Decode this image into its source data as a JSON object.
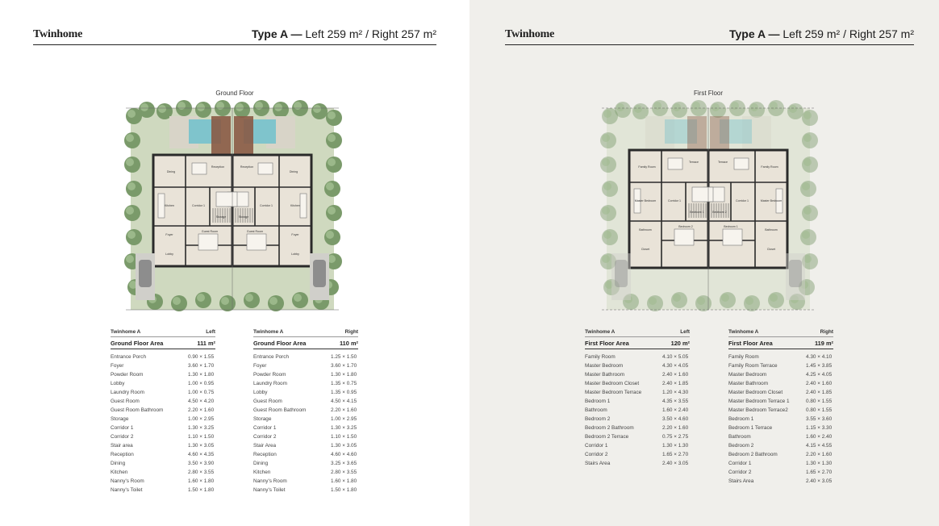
{
  "pages": [
    {
      "brand": "Twinhome",
      "type_bold": "Type A —",
      "type_rest": "Left 259 m² / Right 257 m²",
      "floor_label": "Ground Floor",
      "plan_labels": [
        "Reception",
        "Reception",
        "Dining",
        "Dining",
        "Kitchen",
        "Kitchen",
        "Corridor 1",
        "Corridor 1",
        "Storage",
        "Storage",
        "Guest Room",
        "Guest Room",
        "Foyer",
        "Foyer",
        "Lobby",
        "Lobby"
      ],
      "tables": [
        {
          "title": "Twinhome A",
          "side": "Left",
          "area_label": "Ground Floor Area",
          "area_value": "111 m²",
          "rows": [
            [
              "Entrance Porch",
              "0.90 × 1.55"
            ],
            [
              "Foyer",
              "3.60 × 1.70"
            ],
            [
              "Powder Room",
              "1.30 × 1.80"
            ],
            [
              "Lobby",
              "1.00 × 0.95"
            ],
            [
              "Laundry Room",
              "1.00 × 0.75"
            ],
            [
              "Guest Room",
              "4.50 × 4.20"
            ],
            [
              "Guest Room Bathroom",
              "2.20 × 1.60"
            ],
            [
              "Storage",
              "1.00 × 2.95"
            ],
            [
              "Corridor 1",
              "1.30 × 3.25"
            ],
            [
              "Corridor 2",
              "1.10 × 1.50"
            ],
            [
              "Stair area",
              "1.30 × 3.05"
            ],
            [
              "Reception",
              "4.60 × 4.35"
            ],
            [
              "Dining",
              "3.50 × 3.90"
            ],
            [
              "Kitchen",
              "2.80 × 3.55"
            ],
            [
              "Nanny's Room",
              "1.60 × 1.80"
            ],
            [
              "Nanny's Toilet",
              "1.50 × 1.80"
            ]
          ]
        },
        {
          "title": "Twinhome A",
          "side": "Right",
          "area_label": "Ground Floor Area",
          "area_value": "110 m²",
          "rows": [
            [
              "Entrance Porch",
              "1.25 × 1.50"
            ],
            [
              "Foyer",
              "3.60 × 1.70"
            ],
            [
              "Powder Room",
              "1.30 × 1.80"
            ],
            [
              "Laundry Room",
              "1.35 × 0.75"
            ],
            [
              "Lobby",
              "1.35 × 0.95"
            ],
            [
              "Guest Room",
              "4.50 × 4.15"
            ],
            [
              "Guest Room Bathroom",
              "2.20 × 1.60"
            ],
            [
              "Storage",
              "1.00 × 2.95"
            ],
            [
              "Corridor 1",
              "1.30 × 3.25"
            ],
            [
              "Corridor 2",
              "1.10 × 1.50"
            ],
            [
              "Stair Area",
              "1.30 × 3.05"
            ],
            [
              "Reception",
              "4.60 × 4.60"
            ],
            [
              "Dining",
              "3.25 × 3.65"
            ],
            [
              "Kitchen",
              "2.80 × 3.55"
            ],
            [
              "Nanny's Room",
              "1.60 × 1.80"
            ],
            [
              "Nanny's Toilet",
              "1.50 × 1.80"
            ]
          ]
        }
      ]
    },
    {
      "brand": "Twinhome",
      "type_bold": "Type A —",
      "type_rest": "Left 259 m² / Right 257 m²",
      "floor_label": "First Floor",
      "plan_labels": [
        "Terrace",
        "Terrace",
        "Family Room",
        "Family Room",
        "Master Bedroom",
        "Master Bedroom",
        "Corridor 1",
        "Corridor 1",
        "Bedroom 1",
        "Bedroom 2",
        "Bedroom 2",
        "Bedroom 1",
        "Bathroom",
        "Bathroom",
        "Closet",
        "Closet"
      ],
      "tables": [
        {
          "title": "Twinhome A",
          "side": "Left",
          "area_label": "First Floor Area",
          "area_value": "120 m²",
          "rows": [
            [
              "Family Room",
              "4.10 × 5.05"
            ],
            [
              "Master Bedroom",
              "4.30 × 4.05"
            ],
            [
              "Master Bathroom",
              "2.40 × 1.60"
            ],
            [
              "Master Bedroom Closet",
              "2.40 × 1.85"
            ],
            [
              "Master Bedroom Terrace",
              "1.20 × 4.30"
            ],
            [
              "Bedroom 1",
              "4.35 × 3.55"
            ],
            [
              "Bathroom",
              "1.60 × 2.40"
            ],
            [
              "Bedroom 2",
              "3.50 × 4.60"
            ],
            [
              "Bedroom 2 Bathroom",
              "2.20 × 1.60"
            ],
            [
              "Bedroom 2 Terrace",
              "0.75 × 2.75"
            ],
            [
              "Corridor 1",
              "1.30 × 1.30"
            ],
            [
              "Corridor 2",
              "1.65 × 2.70"
            ],
            [
              "Stairs Area",
              "2.40 × 3.05"
            ]
          ]
        },
        {
          "title": "Twinhome A",
          "side": "Right",
          "area_label": "First Floor Area",
          "area_value": "119 m²",
          "rows": [
            [
              "Family Room",
              "4.30 × 4.10"
            ],
            [
              "Family Room Terrace",
              "1.45 × 3.85"
            ],
            [
              "Master Bedroom",
              "4.25 × 4.05"
            ],
            [
              "Master Bathroom",
              "2.40 × 1.60"
            ],
            [
              "Master Bedroom Closet",
              "2.40 × 1.85"
            ],
            [
              "Master Bedroom Terrace 1",
              "0.80 × 1.55"
            ],
            [
              "Master Bedroom Terrace2",
              "0.80 × 1.55"
            ],
            [
              "Bedroom 1",
              "3.55 × 3.60"
            ],
            [
              "Bedroom 1 Terrace",
              "1.15 × 3.30"
            ],
            [
              "Bathroom",
              "1.60 × 2.40"
            ],
            [
              "Bedroom 2",
              "4.15 × 4.55"
            ],
            [
              "Bedroom 2 Bathroom",
              "2.20 × 1.60"
            ],
            [
              "Corridor 1",
              "1.30 × 1.30"
            ],
            [
              "Corridor 2",
              "1.65 × 2.70"
            ],
            [
              "Stairs Area",
              "2.40 × 3.05"
            ]
          ]
        }
      ]
    }
  ],
  "colors": {
    "ink": "#1d1d1d",
    "right_page_bg": "#f0efeb",
    "pool": "#7fc4cc",
    "deck": "#8a5a45",
    "grass": "#cfd9bf",
    "tree": "#7a9a6a",
    "wall": "#2a2a2a",
    "floor": "#e9e3d8"
  }
}
